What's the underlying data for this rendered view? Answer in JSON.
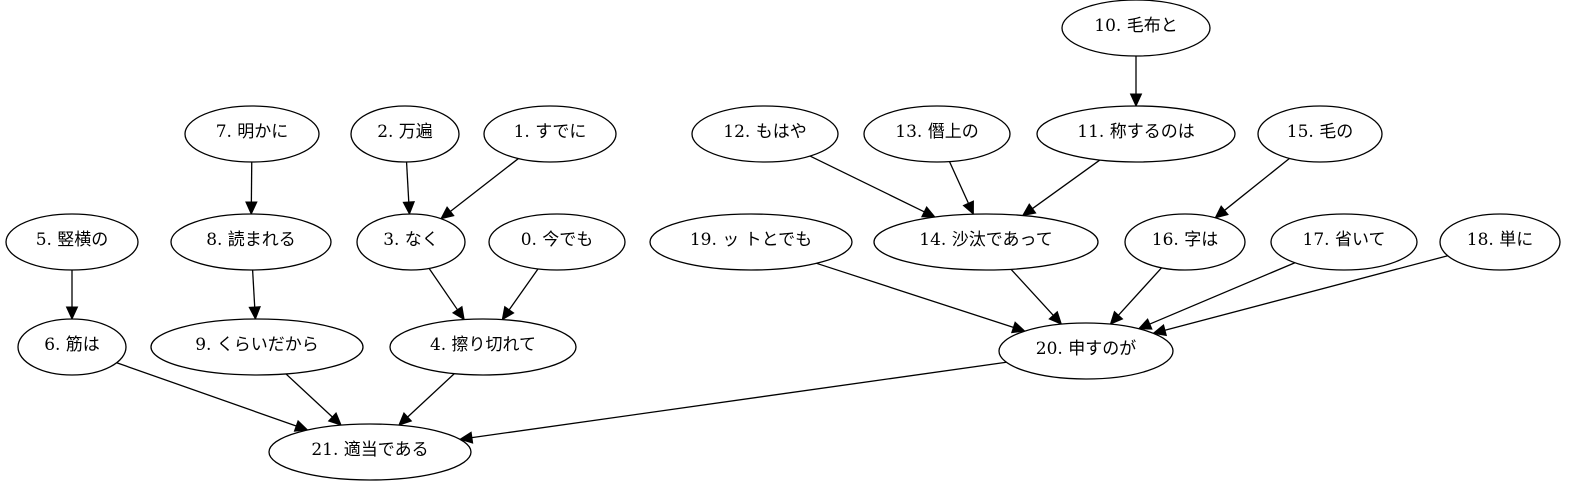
{
  "nodes": [
    {
      "id": "n0",
      "label": "0. 今でも"
    },
    {
      "id": "n1",
      "label": "1. すでに"
    },
    {
      "id": "n2",
      "label": "2. 万遍"
    },
    {
      "id": "n3",
      "label": "3. なく"
    },
    {
      "id": "n4",
      "label": "4. 擦り切れて"
    },
    {
      "id": "n5",
      "label": "5. 竪横の"
    },
    {
      "id": "n6",
      "label": "6. 筋は"
    },
    {
      "id": "n7",
      "label": "7. 明かに"
    },
    {
      "id": "n8",
      "label": "8. 読まれる"
    },
    {
      "id": "n9",
      "label": "9. くらいだから"
    },
    {
      "id": "n10",
      "label": "10. 毛布と"
    },
    {
      "id": "n11",
      "label": "11. 称するのは"
    },
    {
      "id": "n12",
      "label": "12. もはや"
    },
    {
      "id": "n13",
      "label": "13. 僭上の"
    },
    {
      "id": "n14",
      "label": "14. 沙汰であって"
    },
    {
      "id": "n15",
      "label": "15. 毛の"
    },
    {
      "id": "n16",
      "label": "16. 字は"
    },
    {
      "id": "n17",
      "label": "17. 省いて"
    },
    {
      "id": "n18",
      "label": "18. 単に"
    },
    {
      "id": "n19",
      "label": "19. ッ トとでも"
    },
    {
      "id": "n20",
      "label": "20. 申すのが"
    },
    {
      "id": "n21",
      "label": "21. 適当である"
    }
  ],
  "edges": [
    {
      "from": "n10",
      "to": "n11"
    },
    {
      "from": "n7",
      "to": "n8"
    },
    {
      "from": "n2",
      "to": "n3"
    },
    {
      "from": "n1",
      "to": "n3"
    },
    {
      "from": "n12",
      "to": "n14"
    },
    {
      "from": "n13",
      "to": "n14"
    },
    {
      "from": "n11",
      "to": "n14"
    },
    {
      "from": "n15",
      "to": "n16"
    },
    {
      "from": "n5",
      "to": "n6"
    },
    {
      "from": "n8",
      "to": "n9"
    },
    {
      "from": "n3",
      "to": "n4"
    },
    {
      "from": "n0",
      "to": "n4"
    },
    {
      "from": "n19",
      "to": "n20"
    },
    {
      "from": "n14",
      "to": "n20"
    },
    {
      "from": "n16",
      "to": "n20"
    },
    {
      "from": "n17",
      "to": "n20"
    },
    {
      "from": "n18",
      "to": "n20"
    },
    {
      "from": "n6",
      "to": "n21"
    },
    {
      "from": "n9",
      "to": "n21"
    },
    {
      "from": "n4",
      "to": "n21"
    },
    {
      "from": "n20",
      "to": "n21"
    }
  ]
}
